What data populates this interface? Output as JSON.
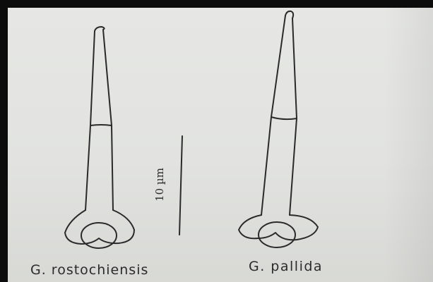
{
  "figure": {
    "scale_bar": {
      "label": "10 µm"
    },
    "specimens": [
      {
        "name": "G. rostochiensis"
      },
      {
        "name": "G. pallida"
      }
    ]
  }
}
